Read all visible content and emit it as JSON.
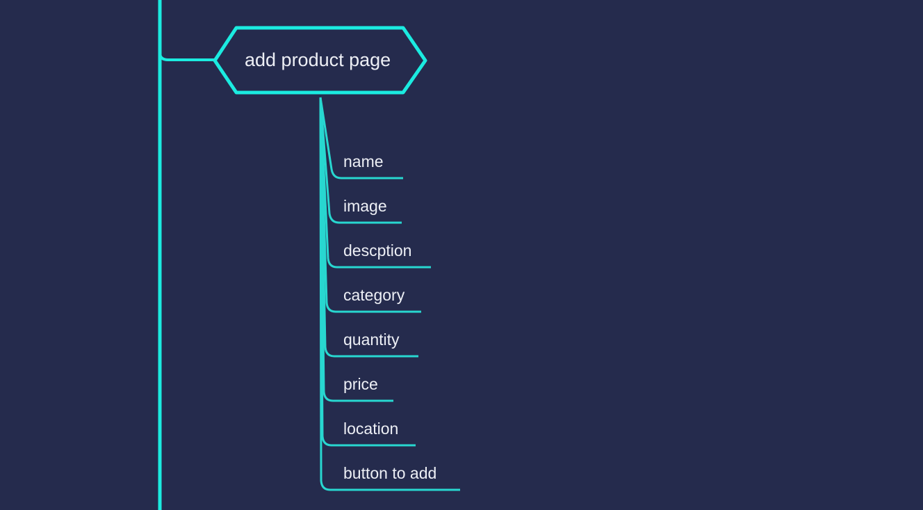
{
  "diagram": {
    "type": "mindmap",
    "title": "add product page",
    "colors": {
      "background": "#252b4d",
      "branch": "#1bebe0",
      "branch_alt": "#28d7d0",
      "text": "#edeff5"
    },
    "root": {
      "label": "add product page",
      "shape": "hexagon"
    },
    "branches": [
      {
        "label": "name",
        "underline_end": 580
      },
      {
        "label": "image",
        "underline_end": 578
      },
      {
        "label": "descption",
        "underline_end": 620
      },
      {
        "label": "category",
        "underline_end": 606
      },
      {
        "label": "quantity",
        "underline_end": 602
      },
      {
        "label": "price",
        "underline_end": 566
      },
      {
        "label": "location",
        "underline_end": 598
      },
      {
        "label": "button to add",
        "underline_end": 662
      }
    ]
  }
}
